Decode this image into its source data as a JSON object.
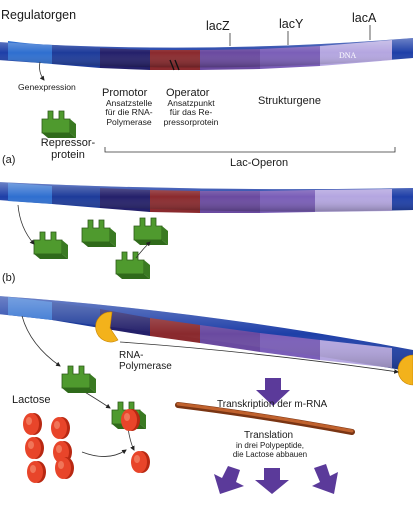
{
  "panel_labels": {
    "a": "(a)",
    "b": "(b)"
  },
  "gene_labels": {
    "regulatorgen": "Regulatorgen",
    "lacz": "lacZ",
    "lacy": "lacY",
    "laca": "lacA",
    "dna": "DNA"
  },
  "panel1": {
    "genexpression": "Genexpression",
    "promotor_title": "Promotor",
    "promotor_desc": [
      "Ansatzstelle",
      "für die RNA-",
      "Polymerase"
    ],
    "operator_title": "Operator",
    "operator_desc": [
      "Ansatzpunkt",
      "für das Re-",
      "pressorprotein"
    ],
    "strukturgene": "Strukturgene",
    "repressor": [
      "Repressor-",
      "protein"
    ],
    "lac_operon": "Lac-Operon"
  },
  "panel3": {
    "rna_polymerase": [
      "RNA-",
      "Polymerase"
    ],
    "lactose": "Lactose",
    "transkription": "Transkription der m-RNA",
    "translation_title": "Translation",
    "translation_desc": [
      "in drei Polypeptide,",
      "die Lactose abbauen"
    ]
  },
  "colors": {
    "regulator": "#2f6fd0",
    "promotor": "#24206a",
    "operator": "#8a2a2e",
    "lacz": "#6a4aa0",
    "lacy": "#7a5eb8",
    "laca": "#b4a6e0",
    "repressor": "#4f9a2e",
    "lactose": "#e23a1e",
    "polymerase": "#f3b21b",
    "mrna": "#b45a2a",
    "arrow": "#5b3a9a"
  }
}
